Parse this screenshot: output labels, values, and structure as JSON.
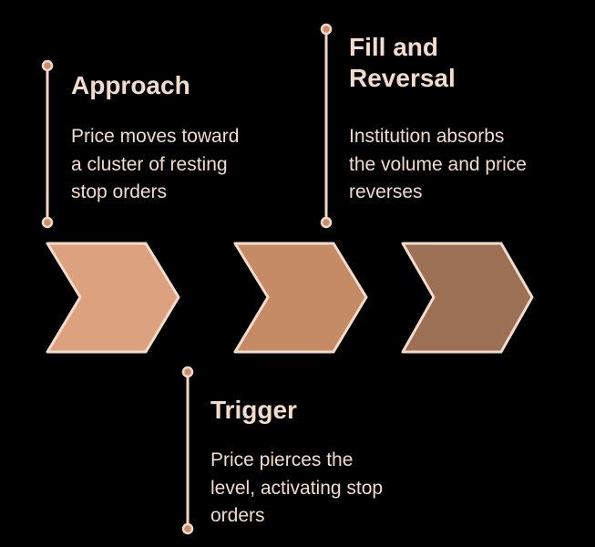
{
  "colors": {
    "background": "#000000",
    "text": "#f3dccb",
    "step1_fill": "#dca27f",
    "step2_fill": "#c48b65",
    "step3_fill": "#9b7055"
  },
  "steps": [
    {
      "title": "Approach",
      "description": "Price moves toward\na cluster of resting\nstop orders"
    },
    {
      "title": "Trigger",
      "description": "Price pierces the\nlevel, activating stop\norders"
    },
    {
      "title": "Fill and\nReversal",
      "description": "Institution absorbs\nthe volume and price\nreverses"
    }
  ]
}
